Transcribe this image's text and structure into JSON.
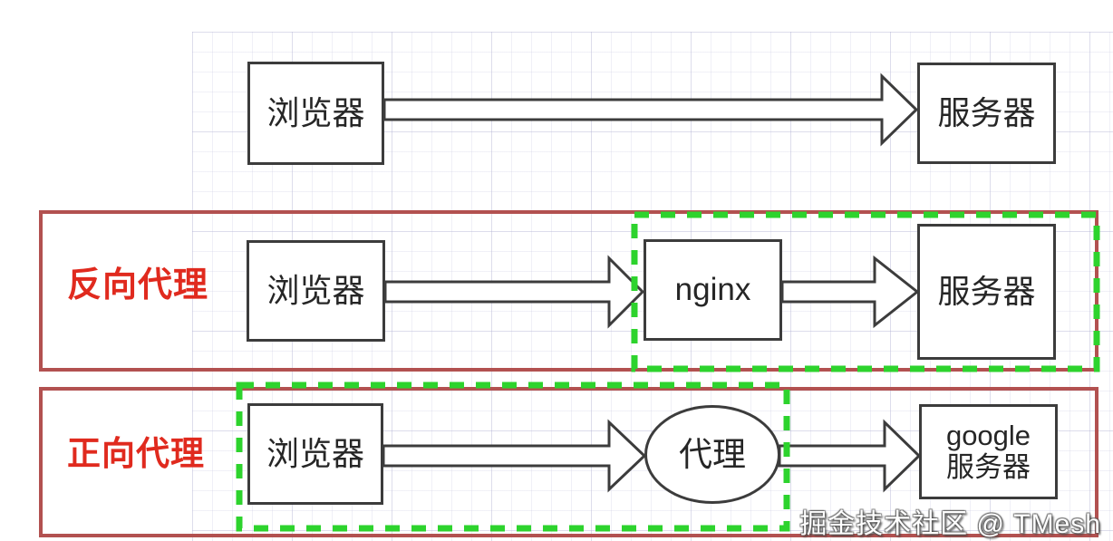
{
  "diagram": {
    "title_implicit": "nginx proxy diagram",
    "top_row": {
      "browser_label": "浏览器",
      "server_label": "服务器"
    },
    "reverse_proxy": {
      "section_label": "反向代理",
      "browser_label": "浏览器",
      "proxy_label": "nginx",
      "server_label": "服务器"
    },
    "forward_proxy": {
      "section_label": "正向代理",
      "browser_label": "浏览器",
      "proxy_label": "代理",
      "server_label_line1": "google",
      "server_label_line2": "服务器"
    },
    "watermark": "掘金技术社区 @ TMesh",
    "colors": {
      "section_border_red": "#b25150",
      "label_red": "#e02a1e",
      "green_dashed": "#2dd32d",
      "node_border": "#3c3c3c",
      "grid_line": "#e7e7f1",
      "background": "#ffffff"
    }
  }
}
